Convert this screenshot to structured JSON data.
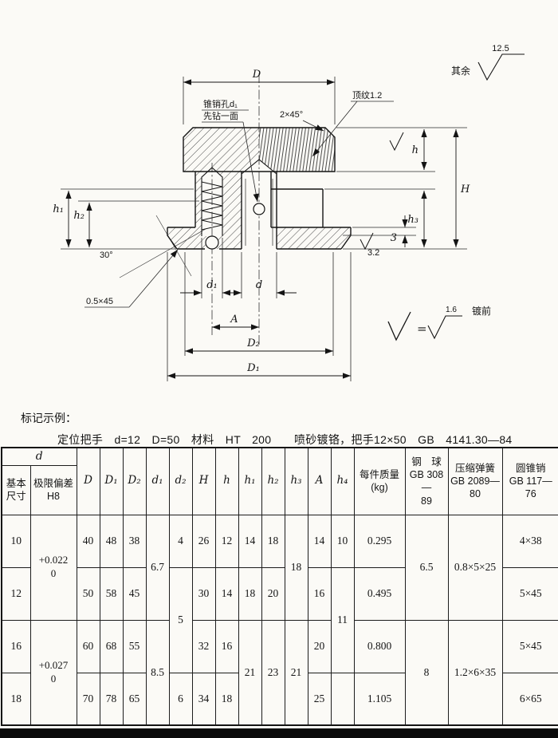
{
  "drawing": {
    "surface_rest_label": "其余",
    "surface_rest_value": "12.5",
    "callout_pin_hole_line1": "锥销孔d₁",
    "callout_pin_hole_line2": "先钻一面",
    "chamfer_top_label": "2×45°",
    "knurl_label": "顶纹1.2",
    "dim_D": "D",
    "dim_h": "h",
    "dim_H": "H",
    "dim_h1": "h₁",
    "dim_h2": "h₂",
    "dim_h3": "h₃",
    "dim_3": "3",
    "angle_label": "30°",
    "chamfer_bottom_label": "0.5×45",
    "dim_d1": "d₁",
    "dim_d": "d",
    "dim_A": "A",
    "dim_D2": "D₂",
    "dim_D1": "D₁",
    "roughness_32": "3.2",
    "equals_sign": "=",
    "roughness_16": "1.6",
    "before_plating_label": "镀前"
  },
  "example": {
    "label": "标记示例：",
    "text": "定位把手　d=12　D=50　材料　HT　200　　喷砂镀铬，把手12×50　GB　4141.30—84"
  },
  "table": {
    "headers": {
      "d_group": "d",
      "basic_size": "基本\n尺寸",
      "deviation": "极限偏差\nH8",
      "dims": [
        "D",
        "D₁",
        "D₂",
        "d₁",
        "d₂",
        "H",
        "h",
        "h₁",
        "h₂",
        "h₃",
        "A",
        "h₄"
      ],
      "mass": "每件质量\n(kg)",
      "ball": "钢　球\nGB 308—\n89",
      "spring": "压缩弹簧\nGB 2089—\n80",
      "pin": "圆锥销\nGB 117—\n76"
    },
    "rows": {
      "r10": {
        "d": "10",
        "D": "40",
        "D1": "48",
        "D2": "38",
        "d2": "4",
        "H": "26",
        "h": "12",
        "h1": "14",
        "h2": "18",
        "A": "14",
        "h4": "10",
        "mass": "0.295",
        "pin": "4×38"
      },
      "m10_12": {
        "dev": "+0.022\n0",
        "d1": "6.7",
        "h3": "18",
        "ball": "6.5",
        "spring": "0.8×5×25"
      },
      "r12": {
        "d": "12",
        "D": "50",
        "D1": "58",
        "D2": "45",
        "H": "30",
        "h": "14",
        "h1": "18",
        "h2": "20",
        "A": "16",
        "mass": "0.495",
        "pin": "5×45"
      },
      "m12_16": {
        "d2": "5",
        "h4": "11"
      },
      "r16": {
        "d": "16",
        "D": "60",
        "D1": "68",
        "D2": "55",
        "H": "32",
        "h": "16",
        "A": "20",
        "mass": "0.800",
        "pin": "5×45"
      },
      "m16_18": {
        "dev": "+0.027\n0",
        "d1": "8.5",
        "h1": "21",
        "h2": "23",
        "h3": "21",
        "ball": "8",
        "spring": "1.2×6×35"
      },
      "r18": {
        "d": "18",
        "D": "70",
        "D1": "78",
        "D2": "65",
        "d2": "6",
        "H": "34",
        "h": "18",
        "A": "25",
        "h4": "",
        "mass": "1.105",
        "pin": "6×65"
      }
    }
  }
}
